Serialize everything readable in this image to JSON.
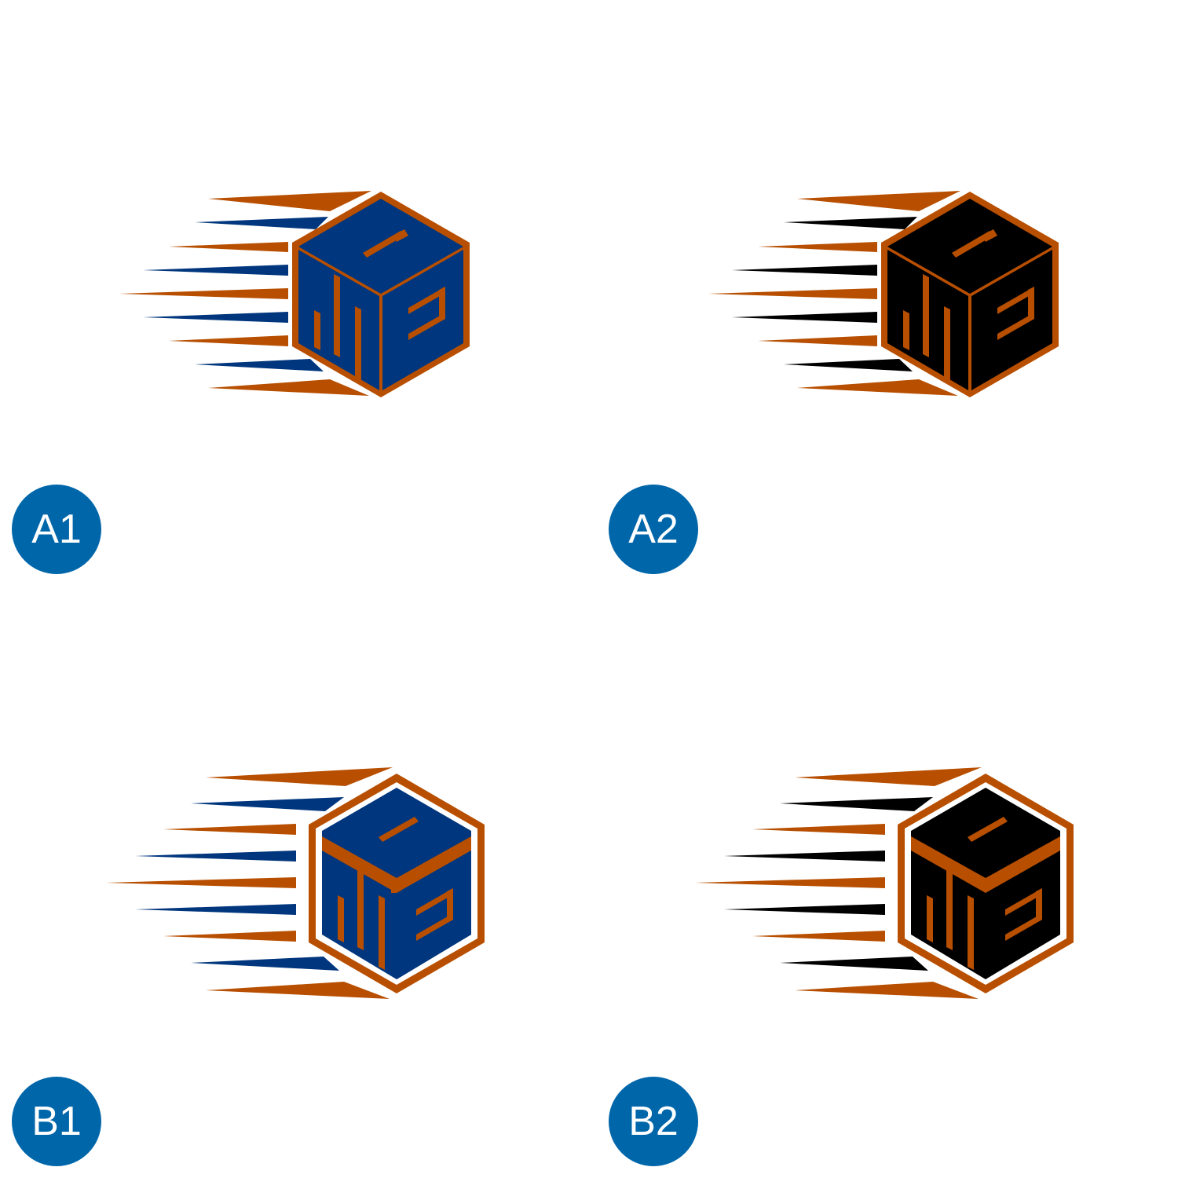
{
  "colors": {
    "accent_orange": "#b84f00",
    "navy": "#00367d",
    "black": "#000000",
    "badge_blue": "#0066aa",
    "badge_text": "#ffffff"
  },
  "variants": [
    {
      "id": "A1",
      "label": "A1",
      "style": "plain-cube",
      "cube_color": "navy"
    },
    {
      "id": "A2",
      "label": "A2",
      "style": "plain-cube",
      "cube_color": "black"
    },
    {
      "id": "B1",
      "label": "B1",
      "style": "hexagon-framed-cube",
      "cube_color": "navy"
    },
    {
      "id": "B2",
      "label": "B2",
      "style": "hexagon-framed-cube",
      "cube_color": "black"
    }
  ]
}
